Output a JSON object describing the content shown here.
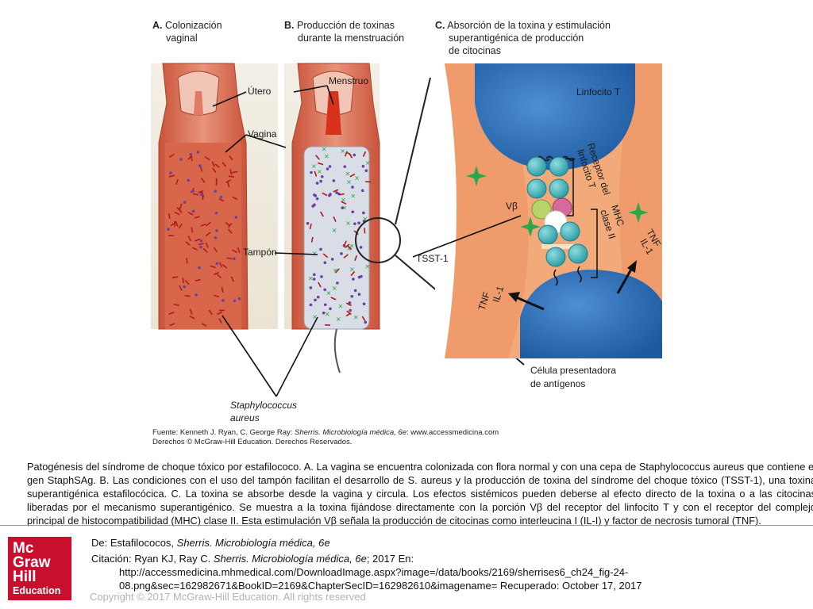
{
  "panels": {
    "a": {
      "letter": "A.",
      "title_line1": "Colonización",
      "title_line2": "vaginal"
    },
    "b": {
      "letter": "B.",
      "title_line1": "Producción de toxinas",
      "title_line2": "durante la menstruación"
    },
    "c": {
      "letter": "C.",
      "title_line1": "Absorción de la toxina y estimulación",
      "title_line2": "superantigénica de producción",
      "title_line3": "de citocinas"
    }
  },
  "labels": {
    "utero": "Útero",
    "menstruo": "Menstruo",
    "vagina": "Vagina",
    "tampon": "Tampón",
    "staph_line1": "Staphylococcus",
    "staph_line2": "aureus",
    "tsst": "TSST-1",
    "linfocito": "Linfocito T",
    "receptor_line1": "Receptor  del",
    "receptor_line2": "linfocito  T",
    "vbeta": "Vβ",
    "mhc_line1": "MHC",
    "mhc_line2": "clase II",
    "tnf": "TNF",
    "il1": "IL-1",
    "celula_line1": "Célula presentadora",
    "celula_line2": "de antígenos"
  },
  "source": {
    "line1_prefix": "Fuente: Kenneth J. Ryan, C. George Ray: ",
    "line1_book": "Sherris. Microbiología médica, 6e",
    "line1_suffix": ": www.accessmedicina.com",
    "line2": "Derechos © McGraw-Hill Education. Derechos Reservados."
  },
  "caption": "Patogénesis del síndrome de choque tóxico por estafilococo. A. La vagina se encuentra colonizada con flora normal y con una cepa de Staphylococcus aureus que contiene el gen StaphSAg. B. Las condiciones con el uso del tampón facilitan el desarrollo de S. aureus y la producción de toxina del síndrome del choque tóxico (TSST-1), una toxina superantigénica estafilocócica. C. La toxina se absorbe desde la vagina y circula. Los efectos sistémicos pueden deberse al efecto directo de la toxina o a las citocinas liberadas por el mecanismo superantigénico. Se muestra a la toxina fijándose directamente con la porción Vβ del receptor del linfocito T y con el receptor del complejo principal de histocompatibilidad (MHC) clase II. Esta estimulación Vβ señala la producción de citocinas como interleucina I (IL-I) y factor de necrosis tumoral (TNF).",
  "citation": {
    "de_prefix": "De: Estafilococos, ",
    "de_book": "Sherris. Microbiología médica, 6e",
    "cit_prefix": "Citación: Ryan KJ, Ray C. ",
    "cit_book": "Sherris. Microbiología médica, 6e",
    "cit_suffix": "; 2017 En:",
    "url_line1": "http://accessmedicina.mhmedical.com/DownloadImage.aspx?image=/data/books/2169/sherrises6_ch24_fig-24-",
    "url_line2": "08.png&sec=162982671&BookID=2169&ChapterSecID=162982610&imagename= Recuperado: October 17, 2017"
  },
  "copyright": "Copyright © 2017 McGraw-Hill Education. All rights reserved",
  "logo": {
    "line1": "Mc",
    "line2": "Graw",
    "line3": "Hill",
    "line4": "Education"
  },
  "colors": {
    "tissue": "#d9694c",
    "tissue_light": "#e9a088",
    "lumen": "#e59a7f",
    "lymphocyte": "#2f6fb8",
    "toxin_green": "#2aa84a",
    "logo_red": "#c8102e"
  }
}
